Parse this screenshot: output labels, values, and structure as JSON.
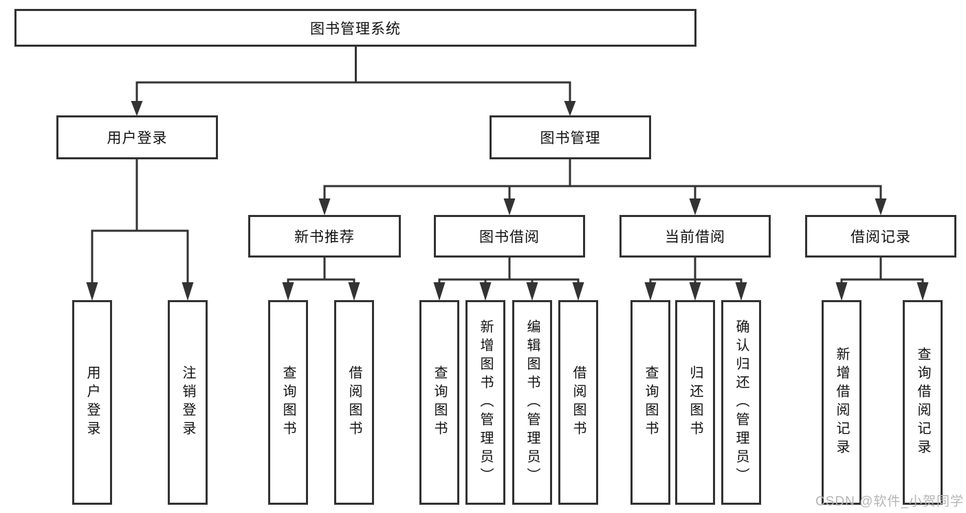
{
  "colors": {
    "line": "#333333",
    "box_border": "#323232",
    "text": "#111111",
    "watermark": "#b5b5b5",
    "background": "#ffffff"
  },
  "watermark": "CSDN @软件_小贺同学",
  "tree": {
    "root": "图书管理系统",
    "children": [
      {
        "label": "用户登录",
        "children": [
          {
            "label": "用户登录"
          },
          {
            "label": "注销登录"
          }
        ]
      },
      {
        "label": "图书管理",
        "children": [
          {
            "label": "新书推荐",
            "children": [
              {
                "label": "查询图书"
              },
              {
                "label": "借阅图书"
              }
            ]
          },
          {
            "label": "图书借阅",
            "children": [
              {
                "label": "查询图书"
              },
              {
                "label": "新增图书（管理员）"
              },
              {
                "label": "编辑图书（管理员）"
              },
              {
                "label": "借阅图书"
              }
            ]
          },
          {
            "label": "当前借阅",
            "children": [
              {
                "label": "查询图书"
              },
              {
                "label": "归还图书"
              },
              {
                "label": "确认归还（管理员）"
              }
            ]
          },
          {
            "label": "借阅记录",
            "children": [
              {
                "label": "新增借阅记录"
              },
              {
                "label": "查询借阅记录"
              }
            ]
          }
        ]
      }
    ]
  }
}
